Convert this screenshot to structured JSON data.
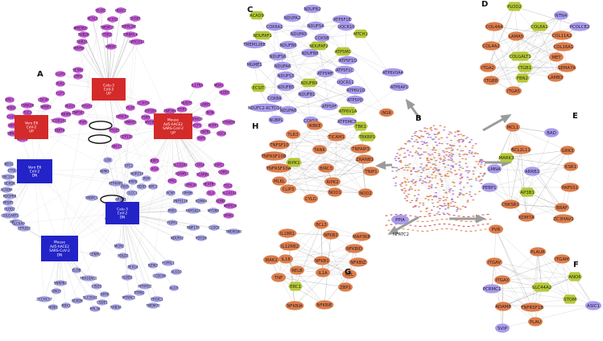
{
  "panels": {
    "A": {
      "letter": "A",
      "hubs": [
        {
          "lines": [
            "Calu-3",
            "CoV-2",
            "UP"
          ]
        },
        {
          "lines": [
            "Vero E6",
            "CoV-2",
            "UP"
          ]
        },
        {
          "lines": [
            "Mouse",
            "Ad5-hACE2",
            "SARS-CoV-2",
            "UP"
          ]
        },
        {
          "lines": [
            "Vero E6",
            "CoV-2",
            "DN"
          ]
        },
        {
          "lines": [
            "Calu-3",
            "CoV-2",
            "DN"
          ]
        },
        {
          "lines": [
            "Mouse",
            "Ad5-hACE2",
            "SARS-CoV-2",
            "DN"
          ]
        }
      ],
      "genes": [
        "USP54",
        "PBX2",
        "NPTX1",
        "GDF15",
        "GCC1",
        "ATP13A3",
        "SUT",
        "PLEKHH2",
        "ERO1B",
        "RNF41",
        "EPS8OL6",
        "TSK1",
        "ADAMTS1",
        "TCF12",
        "HMOX1",
        "PEA15",
        "INHBE",
        "ZNF503",
        "PYGO2",
        "SCGB1A1",
        "PVR",
        "PLAT",
        "ZC3H7A",
        "GPRC5A",
        "IMMP2L",
        "TSPO",
        "ATP1B1",
        "MYCBP2",
        "ZNF506",
        "TBPRG9",
        "SESN2",
        "UPPU",
        "ILLPO",
        "PLK2",
        "ELF3",
        "DDIT4",
        "ERC1",
        "NSD2",
        "CLUH",
        "SIPA1",
        "SBNO2",
        "MGARP",
        "CSNK2B",
        "TLE3",
        "NRBF2",
        "CDC40",
        "PTGES",
        "CEP135",
        "ABCC1",
        "CYBSO",
        "NEU1",
        "CTSL",
        "TBC1D5",
        "BCKDK",
        "ACADM",
        "PDGFRB",
        "PRSPT",
        "PLOD2",
        "SYT1",
        "MMRN1",
        "EFTUD2",
        "GOLGA6",
        "SLC6A9",
        "LOX",
        "STC2",
        "NPM1",
        "RRP9",
        "DDX5",
        "PABPC1",
        "CLCC1",
        "AP3M1",
        "RPP1",
        "AGA",
        "NUP210",
        "PDR",
        "PIGS",
        "NPC2",
        "ATP6AP1",
        "IL17RA",
        "MDH1",
        "PLOD1",
        "NUDT5",
        "STIP1",
        "LARP1",
        "BGN",
        "ZDHHC9",
        "FCF1",
        "PHTF1",
        "CNTRL",
        "GGCX",
        "TAP1",
        "STRADB",
        "SLC22A2",
        "COG8",
        "USP13",
        "ADAM11",
        "SCARB1",
        "COPG2",
        "PFKL",
        "LRRC41",
        "HEATR3",
        "TSC2",
        "PCNT",
        "EPHB6",
        "GLA",
        "SLC41A1",
        "ZNF512B",
        "KDM4A",
        "ADNP",
        "PHB1",
        "FAM162A",
        "MYO9B",
        "MRPS30",
        "SPHK1",
        "FGFR1",
        "RNF170",
        "CLOCK",
        "NDUFA2",
        "PDCD6",
        "TMEM38B",
        "FGFRL1",
        "ALG10",
        "CCDC86",
        "ALG5",
        "MCM2",
        "POLD1",
        "PEX14",
        "PLOD1",
        "MTHFD1",
        "PTPN2",
        "MTARC1",
        "BZW2",
        "ERGIC1",
        "TMEM70",
        "CENPU",
        "ELOB",
        "FRA10AC1",
        "CISD3",
        "SRT6",
        "CSDE1",
        "SNRPB2",
        "GNG5",
        "ZCCHC17",
        "SLC35A1",
        "BCKDK",
        "RBX1",
        "NOB1",
        "RPL36",
        "RAB3A",
        "ELOC",
        "HDAC2",
        "ACSL3",
        "ACSS2",
        "DUSP1",
        "PREM2",
        "TMEM18",
        "SPPL2A",
        "RAB2B",
        "TSR2",
        "RBFA",
        "RAB2A",
        "PYCO1",
        "MRPS6"
      ]
    },
    "C": {
      "letter": "C",
      "nodes": [
        "NDUFB2",
        "ACAD9",
        "NDUFA2",
        "ATP5F1E",
        "COX6A1",
        "NDUFS4",
        "UQCR10",
        "NDUFAF1",
        "NDUFA5",
        "COX5B",
        "MTCH1",
        "TMEM126B",
        "NDUFB6",
        "NDUFAF2",
        "NDUFB8",
        "ATP5MC",
        "NDUFS6",
        "ATP5F1D",
        "MGME1",
        "NDUFA6",
        "ATP5F1C",
        "ATP6V0A4",
        "NDUFS3",
        "ATP5MF",
        "ECSIT",
        "NDUFB9",
        "UQCR11",
        "NDUFB5",
        "ATP6V1D",
        "COX8A",
        "NDUFB1",
        "ATP6AP1",
        "NDUFC2-KCTD14",
        "NDUFA8",
        "ATP5PD",
        "NUBPL",
        "ATP5PF",
        "ATP6V1A",
        "ATP5MC3",
        "COX5A",
        "INSR"
      ]
    },
    "D": {
      "letter": "D",
      "nodes": [
        "PLOD2",
        "NTN4",
        "COL4A4",
        "COL6A1",
        "PCOLCE2",
        "LAMA5",
        "COL11A2",
        "COL4A2",
        "COL16A1",
        "COLGALT1",
        "MET",
        "ITGA2",
        "ITGB1",
        "SEMA7A",
        "ITGB8",
        "FBN2",
        "LAMB3",
        "ITGA5"
      ]
    },
    "E": {
      "letter": "E",
      "nodes": [
        "MCL1",
        "BAD",
        "BCL2L11",
        "GRK3",
        "MARK3",
        "LMNA",
        "ARRB1",
        "KSR1",
        "PEBP1",
        "AP3B1",
        "PAPSS1",
        "CNKSR1",
        "BRAF",
        "KDM7A",
        "ZC3HAV1"
      ]
    },
    "F": {
      "letter": "F",
      "nodes": [
        "PVR",
        "PLAUR",
        "ITGAV",
        "ITGAM",
        "ITGAX",
        "ANO6",
        "PCRMC1",
        "SLC44A2",
        "ADAM8",
        "STOM",
        "ASIC1",
        "TNFRSF1B",
        "PLAU",
        "SVIP"
      ]
    },
    "G": {
      "letter": "G",
      "nodes": [
        "BCL3",
        "IL18R1",
        "NFKB2",
        "MAP3K8",
        "IL12RB2",
        "NFKBID",
        "IL18",
        "IRAK2",
        "NFKB1",
        "NFKBIZ",
        "RELB",
        "TNF",
        "IL1A",
        "REL",
        "ERC1",
        "ZBP1",
        "NFKBIA",
        "NFKBIE"
      ]
    },
    "H": {
      "letter": "H",
      "nodes": [
        "IKBKE",
        "TBK1",
        "TLR3",
        "TICAM1",
        "TBKBP1",
        "TNFSF10",
        "TNFRSF10B",
        "TANK",
        "TNFAIP3",
        "ZRANB1",
        "TNFRSF10A",
        "BIRC3",
        "TNIP1",
        "MLKL",
        "RIPK1",
        "RIPK2",
        "CLIP3",
        "NOD1",
        "CYLD",
        "NOD2"
      ]
    },
    "B": {
      "letter": "B"
    },
    "extras": [
      "PPIA",
      "NFATC2"
    ]
  },
  "colors": {
    "hub_square": "#d42a2a",
    "hub_down": "#2323c8",
    "up_node": "#c55cd8",
    "down_node": "#a6a6e6",
    "orange_node": "#dc7e4a",
    "green_hex": "#b6c83a",
    "purple_node": "#a99cec",
    "edge": "#9a9a9a",
    "arrow": "#9b9b9b"
  }
}
